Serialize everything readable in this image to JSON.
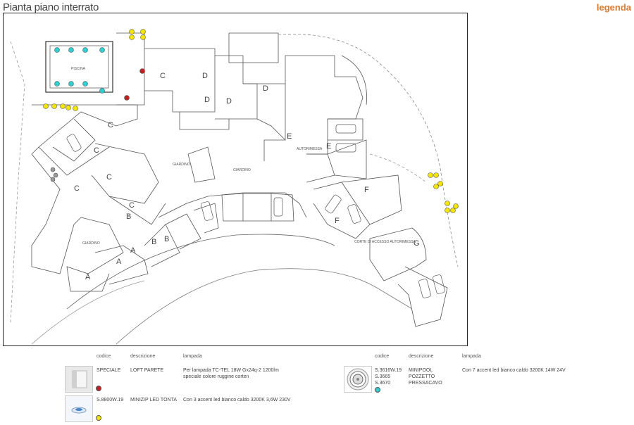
{
  "page": {
    "title": "Pianta piano interrato",
    "legend_title": "legenda",
    "accent_color": "#e07b2b"
  },
  "plan": {
    "zone_letters": [
      "C",
      "D",
      "C",
      "D",
      "D",
      "D",
      "E",
      "E",
      "F",
      "F",
      "G",
      "C",
      "C",
      "C",
      "C",
      "B",
      "A",
      "A",
      "A",
      "B",
      "B"
    ],
    "room_labels": [
      "PISCINA",
      "GIARDINO",
      "GIARDINO",
      "GIARDINO",
      "CORTE DI ACCESSO AUTORIMESSA",
      "AUTORIMESSA"
    ],
    "fixture_colors": {
      "red": "#c41e1e",
      "yellow": "#f5e600",
      "cyan": "#2bd0d0"
    }
  },
  "legend": {
    "headers": {
      "code": "codice",
      "description": "descrizione",
      "lamp": "lampada"
    },
    "items": [
      {
        "code": "SPECIALE",
        "description": "LOFT PARETE",
        "lamp": "Per lampada TC-TEL 18W Gx24q-2 1200lm speciale colore ruggine corten",
        "color": "#c41e1e",
        "icon": "wall-light-icon"
      },
      {
        "code": "S.8800W.19",
        "description": "MINIZIP LED TONTA",
        "lamp": "Con 3 accent led bianco caldo 3200K 3,6W 230V",
        "color": "#f5e600",
        "icon": "recessed-light-icon"
      },
      {
        "code": "S.3616W.19\nS.3665\nS.3670",
        "description": "MINIPOOL\nPOZZETTO\nPRESSACAVO",
        "lamp": "Con 7 accent led bianco caldo 3200K 14W 24V",
        "color": "#2bd0d0",
        "icon": "pool-light-icon"
      }
    ]
  }
}
